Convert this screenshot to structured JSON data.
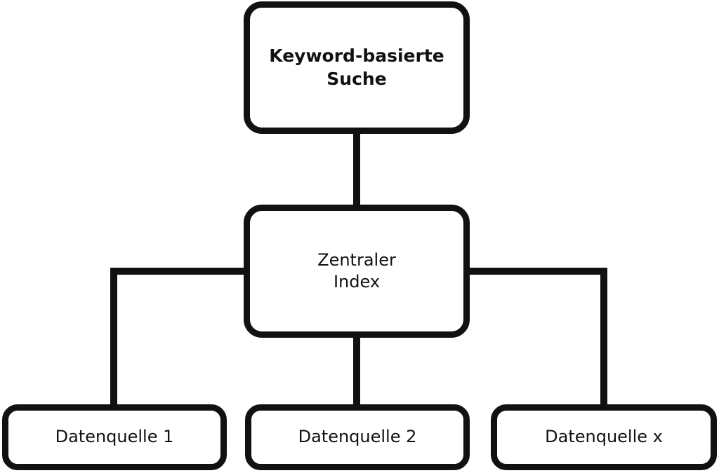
{
  "diagram": {
    "top_node": {
      "label": "Keyword-basierte\nSuche"
    },
    "center_node": {
      "label": "Zentraler\nIndex"
    },
    "sources": [
      {
        "label": "Datenquelle 1"
      },
      {
        "label": "Datenquelle 2"
      },
      {
        "label": "Datenquelle x"
      }
    ],
    "colors": {
      "stroke": "#111111",
      "background": "#ffffff"
    }
  }
}
